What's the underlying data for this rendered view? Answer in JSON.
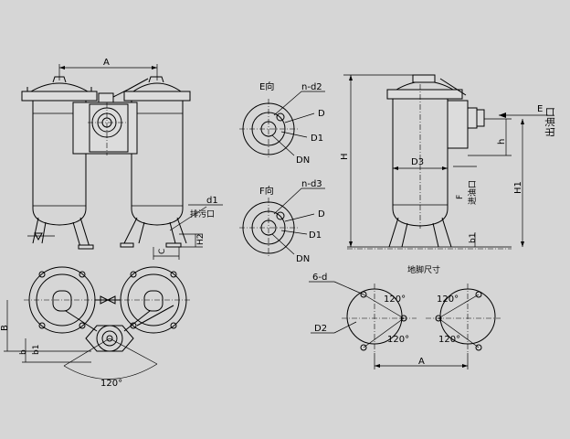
{
  "colors": {
    "background": "#d6d6d6",
    "line": "#000000"
  },
  "labels": {
    "A": "A",
    "d1": "d1",
    "drain": "排污口",
    "H2": "H2",
    "C": "C",
    "E_view": "E向",
    "F_view": "F向",
    "nd2": "n-d2",
    "nd3": "n-d3",
    "D": "D",
    "D1": "D1",
    "DN": "DN",
    "H": "H",
    "D3": "D3",
    "h": "h",
    "H1": "H1",
    "b1": "b1",
    "E": "E",
    "outlet": "出油口",
    "F": "F",
    "inlet": "进油口",
    "B": "B",
    "b": "b",
    "angle": "120°",
    "sixd": "6-d",
    "foot_title": "地脚尺寸",
    "D2": "D2",
    "A_bottom": "A"
  }
}
